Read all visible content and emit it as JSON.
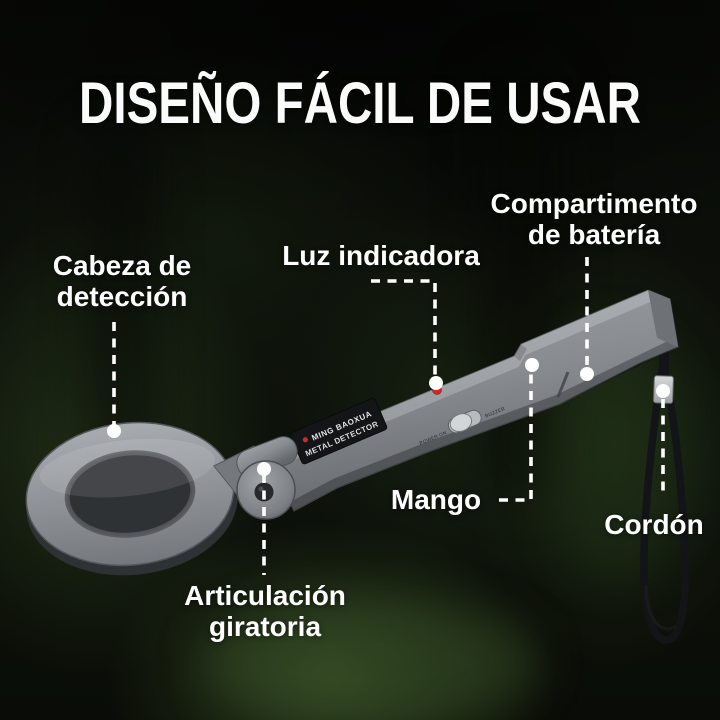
{
  "title": "DISEÑO FÁCIL DE USAR",
  "callouts": {
    "detection_head": "Cabeza de\ndetección",
    "indicator_light": "Luz indicadora",
    "battery_compartment": "Compartimento\nde batería",
    "handle": "Mango",
    "strap": "Cordón",
    "rotating_joint": "Articulación\ngiratoria"
  },
  "device": {
    "brand_line1": "MING BAOXUA",
    "brand_line2": "METAL DETECTOR",
    "switch_labels": {
      "left": "POWER ON",
      "right": "BUZZER"
    },
    "colors": {
      "body_gray": "#8a8e93",
      "indicator_led": "#e02121",
      "strap_black": "#131417",
      "callout_white": "#ffffff",
      "background_base": "#0a0d08"
    }
  }
}
